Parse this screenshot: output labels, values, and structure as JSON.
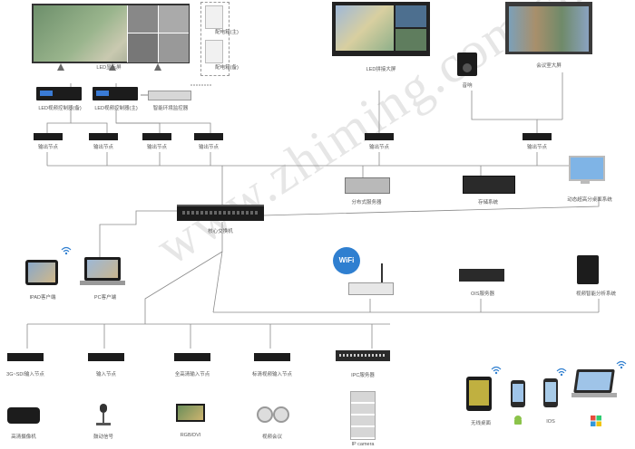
{
  "watermark": "www.zhiming.com.cn",
  "colors": {
    "line": "#888888",
    "device": "#1c1c1c",
    "accent_blue": "#3a7bd5",
    "wifi": "#2f7fd0"
  },
  "labels": {
    "led_wall": "LED显示屏",
    "dist_box_main": "配电箱(主)",
    "dist_box_backup": "配电箱(备)",
    "led_ctrl_backup": "LED视频控制器(备)",
    "led_ctrl_main": "LED视频控制器(主)",
    "env_monitor": "智能环境监控器",
    "splice_screen": "LED拼接大屏",
    "meeting_screen": "会议室大屏",
    "speaker": "音响",
    "out_node_1": "输出节点",
    "out_node_2": "输出节点",
    "out_node_3": "输出节点",
    "out_node_4": "输出节点",
    "out_node_5": "输出节点",
    "out_node_6": "输出节点",
    "dist_server": "分布式服务器",
    "storage": "存储系统",
    "mgmt_system": "动态超高分桌面系统",
    "switch": "核心交换机",
    "ipad_client": "IPAD客户端",
    "pc_client": "PC客户端",
    "ois_server": "OIS服务器",
    "video_analysis": "视频智能分析系统",
    "in_3g_sdi": "3G~SDI输入节点",
    "in_node": "输入节点",
    "in_full_hd": "全高清输入节点",
    "in_std_video": "标清视频输入节点",
    "ipc_server": "IPC服务器",
    "camcorder": "高清摄像机",
    "mic": "鼓动信号",
    "rgb_dvi": "RGB/DVI",
    "video_conf": "视频会议",
    "ip_camera": "IP camera",
    "wireless_desktop": "无线桌面",
    "ios": "IOS"
  },
  "icons": [
    "wifi-icon",
    "windows-logo-icon",
    "android-logo-icon"
  ]
}
